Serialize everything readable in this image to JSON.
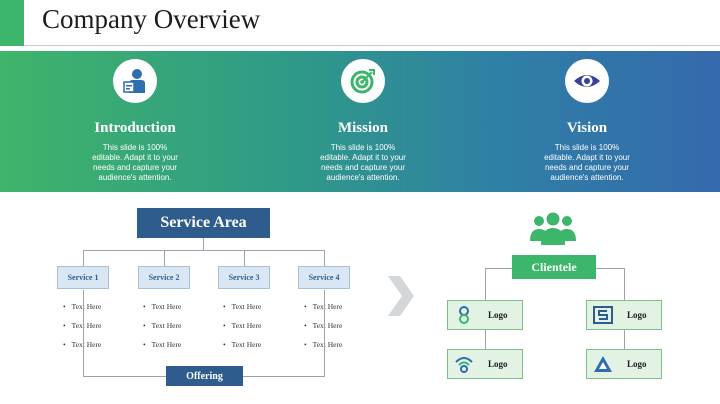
{
  "header": {
    "title": "Company Overview"
  },
  "banner": {
    "columns": [
      {
        "title": "Introduction",
        "text": "This slide is 100% editable. Adapt it to your needs and capture your audience's attention.",
        "icon": "user-id-icon"
      },
      {
        "title": "Mission",
        "text": "This slide is 100% editable. Adapt it to your needs and capture your audience's attention.",
        "icon": "target-icon"
      },
      {
        "title": "Vision",
        "text": "This slide is 100% editable. Adapt it to your needs and capture your audience's attention.",
        "icon": "eye-icon"
      }
    ]
  },
  "service_area": {
    "title": "Service Area",
    "services": [
      {
        "label": "Service 1",
        "items": [
          "Text Here",
          "Text Here",
          "Text Here"
        ]
      },
      {
        "label": "Service 2",
        "items": [
          "Text Here",
          "Text Here",
          "Text Here"
        ]
      },
      {
        "label": "Service 3",
        "items": [
          "Text Here",
          "Text Here",
          "Text Here"
        ]
      },
      {
        "label": "Service 4",
        "items": [
          "Text Here",
          "Text Here",
          "Text Here"
        ]
      }
    ],
    "footer": "Offering"
  },
  "clientele": {
    "title": "Clientele",
    "logos": [
      {
        "label": "Logo",
        "icon": "infinity-icon"
      },
      {
        "label": "Logo",
        "icon": "s-logo-icon"
      },
      {
        "label": "Logo",
        "icon": "wifi-icon"
      },
      {
        "label": "Logo",
        "icon": "triangle-a-icon"
      }
    ]
  },
  "colors": {
    "green": "#3bb66b",
    "navy": "#2e5c8c",
    "blue": "#3569ad"
  }
}
